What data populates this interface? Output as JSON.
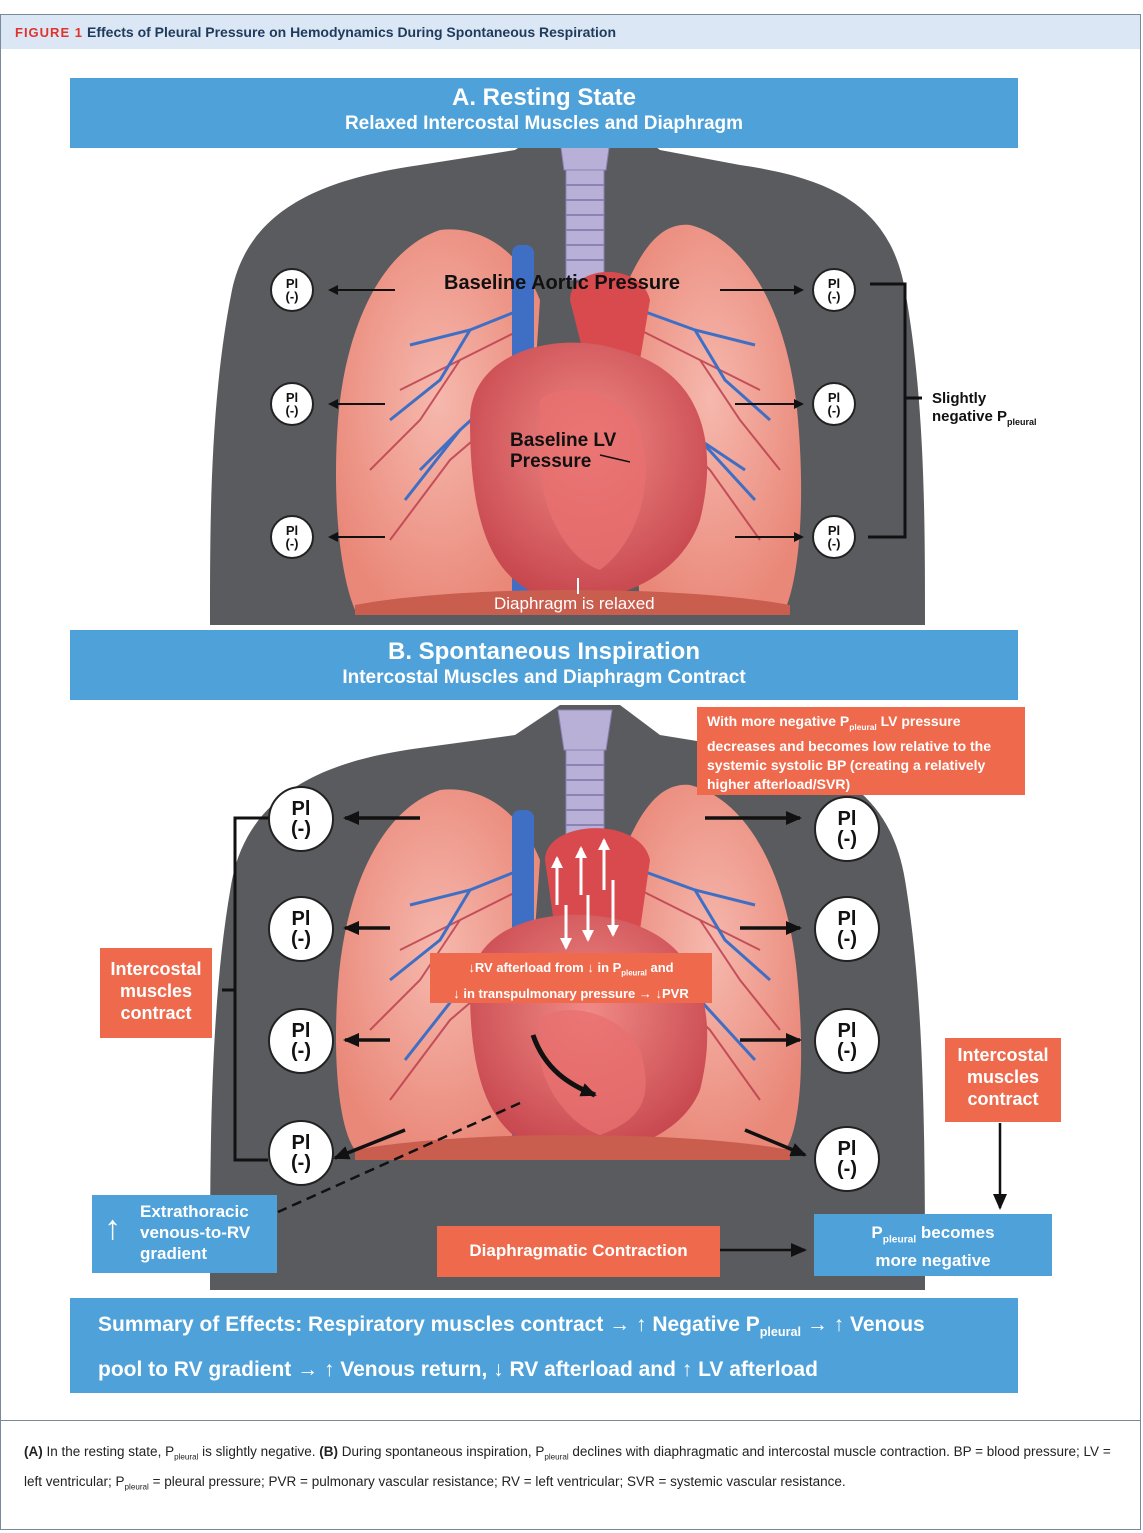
{
  "figure": {
    "number": "FIGURE 1",
    "title": "Effects of Pleural Pressure on Hemodynamics During Spontaneous Respiration"
  },
  "panel_a": {
    "heading": "A. Resting State",
    "subheading": "Relaxed Intercostal Muscles and Diaphragm",
    "aortic_label": "Baseline Aortic Pressure",
    "lv_label_line1": "Baseline LV",
    "lv_label_line2": "Pressure",
    "diaphragm_label": "Diaphragm is relaxed",
    "bracket_label_line1": "Slightly",
    "bracket_label_line2": "negative P",
    "bracket_label_sub": "pleural",
    "pl_top": "Pl",
    "pl_bottom": "(-)"
  },
  "panel_b": {
    "heading": "B. Spontaneous Inspiration",
    "subheading": "Intercostal Muscles and Diaphragm Contract",
    "lv_box_pre": "With more negative P",
    "lv_box_sub": "pleural",
    "lv_box_post": " LV pressure decreases and becomes low relative to the systemic systolic BP (creating a relatively higher afterload/SVR)",
    "rv_box_line1_a": "↓RV afterload from ↓  in P",
    "rv_box_line1_sub": "pleural",
    "rv_box_line1_b": " and",
    "rv_box_line2": "↓ in transpulmonary pressure → ↓PVR",
    "intercostal_left": "Intercostal muscles contract",
    "intercostal_right": "Intercostal muscles contract",
    "venous_box_arrow": "↑",
    "venous_box_text": "Extrathoracic venous-to-RV gradient",
    "diaphragm_box": "Diaphragmatic Contraction",
    "pleural_box_a": "P",
    "pleural_box_sub": "pleural",
    "pleural_box_b": " becomes",
    "pleural_box_line2": "more negative",
    "pl_top": "Pl",
    "pl_bottom": "(-)"
  },
  "summary": {
    "line1_a": "Summary of Effects: Respiratory muscles contract  →  ↑ Negative P",
    "line1_sub": "pleural",
    "line1_b": "  →  ↑ Venous",
    "line2": "pool to RV gradient  →  ↑ Venous return,  ↓ RV afterload  and  ↑ LV afterload"
  },
  "caption": {
    "a_tag": "(A)",
    "a_text1": " In the resting state, P",
    "a_sub": "pleural",
    "a_text2": " is slightly negative. ",
    "b_tag": "(B)",
    "b_text1": " During spontaneous inspiration, P",
    "b_sub1": "pleural",
    "b_text2": " declines with diaphragmatic and intercostal muscle contraction. BP = blood pressure; LV = left ventricular; P",
    "b_sub2": "pleural",
    "b_text3": " = pleural pressure; PVR = pulmonary vascular resistance; RV = left ventricular; SVR = systemic vascular resistance."
  },
  "colors": {
    "banner_blue": "#4ea1d9",
    "callout_orange": "#ef6a4d",
    "body_gray": "#5a5b5e",
    "lung_pink": "#f2a49a",
    "vessel_blue": "#3f6fc4",
    "header_bg": "#dbe7f4",
    "figure_red": "#e0332e"
  }
}
